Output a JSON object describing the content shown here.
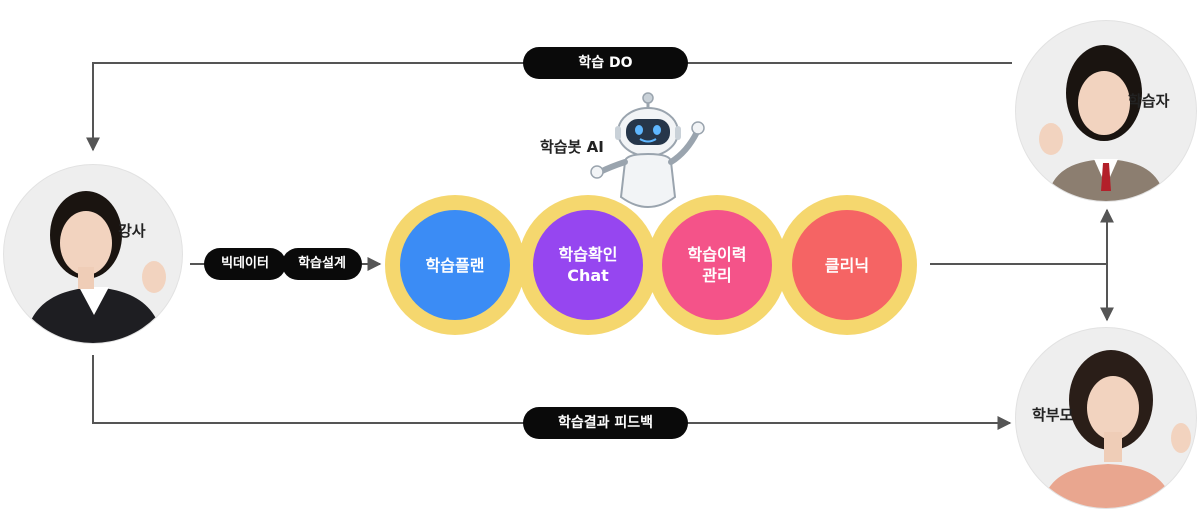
{
  "flow": {
    "top_label": "학습 DO",
    "bottom_label": "학습결과 피드백",
    "inputs": [
      "빅데이터",
      "학습설계"
    ]
  },
  "roles": {
    "teacher": "강사",
    "learner": "학습자",
    "parent": "학부모"
  },
  "bot": {
    "label": "학습봇 AI",
    "icon": "robot-icon"
  },
  "stages": [
    {
      "line1": "학습플랜",
      "line2": "",
      "color": "#3b8cf5"
    },
    {
      "line1": "학습확인",
      "line2": "Chat",
      "color": "#9646f0"
    },
    {
      "line1": "학습이력",
      "line2": "관리",
      "color": "#f45389"
    },
    {
      "line1": "클리닉",
      "line2": "",
      "color": "#f56464"
    }
  ],
  "colors": {
    "ring": "#f5d76e",
    "line": "#555555",
    "pill": "#0a0a0a"
  }
}
